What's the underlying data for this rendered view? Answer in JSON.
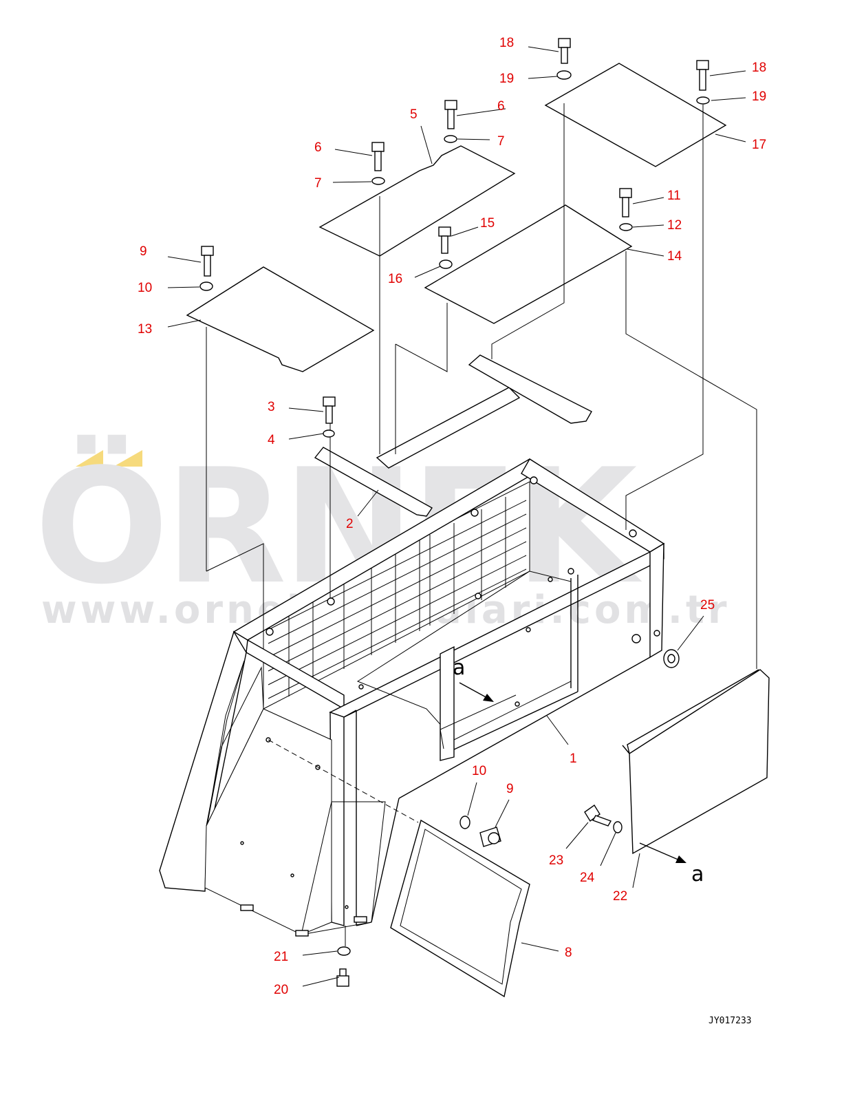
{
  "watermark": {
    "brand": "ÖRNEK",
    "url": "www.ornekiskinalari.com.tr",
    "accent_color": "#f6da7c",
    "text_color": "#e4e4e6"
  },
  "drawing_number": "JY017233",
  "view_marker": "a",
  "callout_color": "#e00000",
  "callouts": [
    {
      "id": "c18a",
      "text": "18"
    },
    {
      "id": "c19a",
      "text": "19"
    },
    {
      "id": "c18b",
      "text": "18"
    },
    {
      "id": "c19b",
      "text": "19"
    },
    {
      "id": "c17",
      "text": "17"
    },
    {
      "id": "c5",
      "text": "5"
    },
    {
      "id": "c6a",
      "text": "6"
    },
    {
      "id": "c7a",
      "text": "7"
    },
    {
      "id": "c6b",
      "text": "6"
    },
    {
      "id": "c7b",
      "text": "7"
    },
    {
      "id": "c11",
      "text": "11"
    },
    {
      "id": "c12",
      "text": "12"
    },
    {
      "id": "c14",
      "text": "14"
    },
    {
      "id": "c15",
      "text": "15"
    },
    {
      "id": "c16",
      "text": "16"
    },
    {
      "id": "c9a",
      "text": "9"
    },
    {
      "id": "c10a",
      "text": "10"
    },
    {
      "id": "c13",
      "text": "13"
    },
    {
      "id": "c3",
      "text": "3"
    },
    {
      "id": "c4",
      "text": "4"
    },
    {
      "id": "c2",
      "text": "2"
    },
    {
      "id": "c25",
      "text": "25"
    },
    {
      "id": "c1",
      "text": "1"
    },
    {
      "id": "c10b",
      "text": "10"
    },
    {
      "id": "c9b",
      "text": "9"
    },
    {
      "id": "c23",
      "text": "23"
    },
    {
      "id": "c24",
      "text": "24"
    },
    {
      "id": "c22",
      "text": "22"
    },
    {
      "id": "c21",
      "text": "21"
    },
    {
      "id": "c20",
      "text": "20"
    },
    {
      "id": "c8",
      "text": "8"
    }
  ]
}
